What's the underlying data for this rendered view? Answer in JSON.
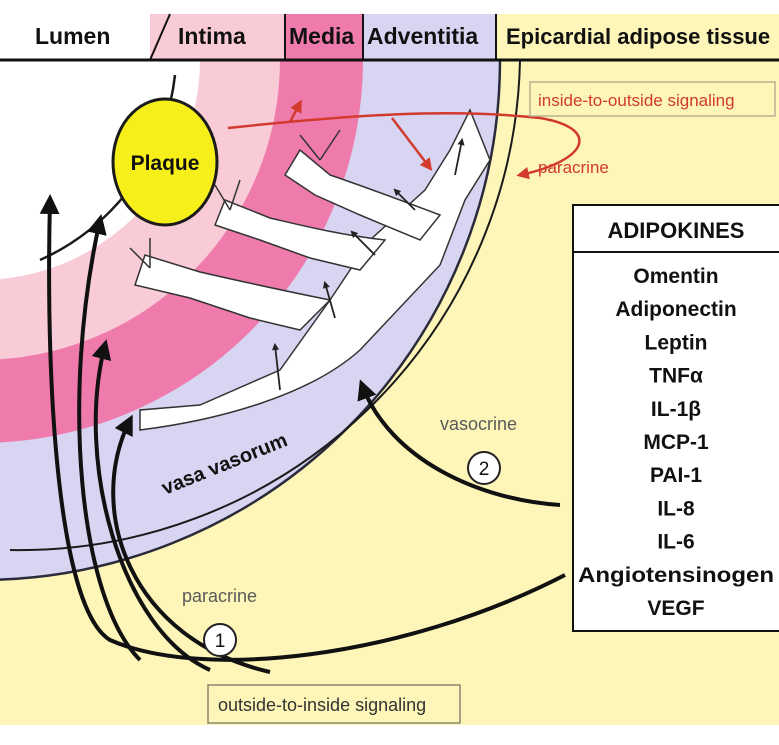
{
  "header": {
    "lumen": "Lumen",
    "intima": "Intima",
    "media": "Media",
    "adventitia": "Adventitia",
    "eat": "Epicardial adipose tissue"
  },
  "plaque": "Plaque",
  "vasa_vasorum": "vasa vasorum",
  "signals": {
    "inside_out": "inside-to-outside signaling",
    "paracrine_top": "paracrine",
    "vasocrine": "vasocrine",
    "vasocrine_num": "2",
    "paracrine_bottom": "paracrine",
    "paracrine_num": "1",
    "outside_in": "outside-to-inside signaling"
  },
  "adipokines": {
    "title": "ADIPOKINES",
    "items": [
      "Omentin",
      "Adiponectin",
      "Leptin",
      "TNFα",
      "IL-1β",
      "MCP-1",
      "PAI-1",
      "IL-8",
      "IL-6",
      "Angiotensinogen",
      "VEGF"
    ]
  },
  "colors": {
    "eat": "#fdf6b8",
    "intima": "#f8cbd6",
    "media": "#ee7bab",
    "adventitia": "#d7d5f2",
    "plaque": "#f7ef1a",
    "signal_red": "#d23a2e"
  }
}
